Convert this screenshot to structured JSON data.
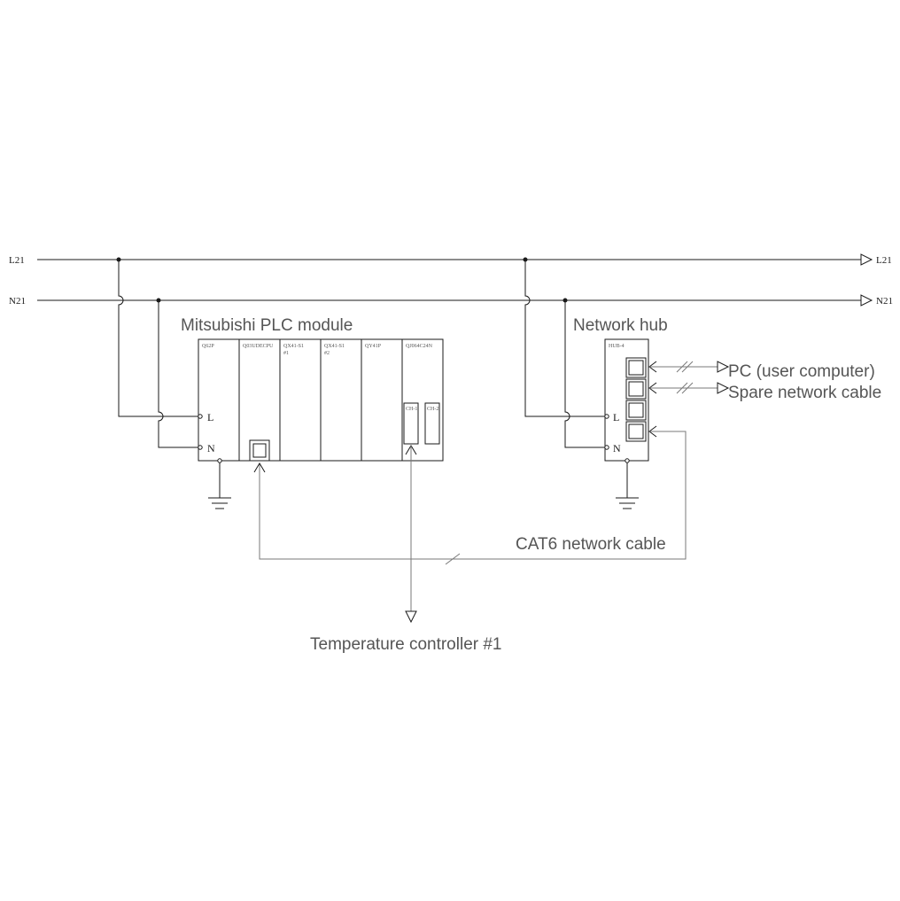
{
  "bus": {
    "l_line": "L21",
    "n_line": "N21"
  },
  "plc": {
    "title": "Mitsubishi PLC module",
    "slots": [
      {
        "name": "Q62P",
        "sub": ""
      },
      {
        "name": "Q03UDECPU",
        "sub": ""
      },
      {
        "name": "QX41-S1",
        "sub": "#1"
      },
      {
        "name": "QX41-S1",
        "sub": "#2"
      },
      {
        "name": "QY41P",
        "sub": ""
      },
      {
        "name": "QJ064C24N",
        "sub": ""
      }
    ],
    "ch1": "CH-1",
    "ch2": "CH-2",
    "terminal_l": "L",
    "terminal_n": "N"
  },
  "hub": {
    "title": "Network hub",
    "name": "HUB-4",
    "terminal_l": "L",
    "terminal_n": "N"
  },
  "connections": {
    "pc": "PC (user computer)",
    "spare": "Spare network cable",
    "cat6": "CAT6 network cable",
    "temp": "Temperature controller #1"
  },
  "colors": {
    "wire": "#1a1a1a",
    "network_wire": "#7a7a7a",
    "label": "#555555"
  }
}
